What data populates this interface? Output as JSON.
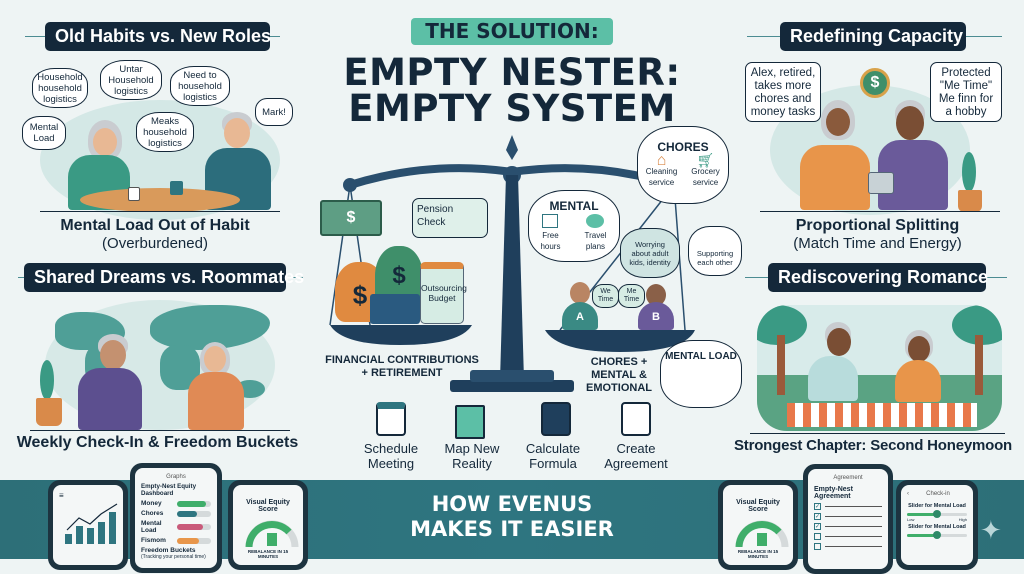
{
  "center": {
    "kicker": "THE SOLUTION:",
    "title_line1": "EMPTY NESTER:",
    "title_line2": "EMPTY SYSTEM",
    "left_pan": {
      "pension_check": "Pension Check",
      "jar_label": "Outsourcing Budget",
      "caption_line1": "FINANCIAL CONTRIBUTIONS",
      "caption_line2": "+ RETIREMENT"
    },
    "right_pan": {
      "chores_cloud": {
        "title": "CHORES",
        "items": [
          "Cleaning service",
          "Grocery service"
        ]
      },
      "mental_cloud": {
        "title": "MENTAL",
        "items": [
          "Free hours",
          "Travel plans"
        ]
      },
      "worry_bubble": "Worrying about adult kids, identity",
      "support_bubble": "Supporting each other",
      "we_time": "We Time",
      "me_time": "Me Time",
      "person_a": "A",
      "person_b": "B",
      "mental_load_cloud": "MENTAL LOAD",
      "caption_line1": "CHORES +",
      "caption_line2": "MENTAL &",
      "caption_line3": "EMOTIONAL"
    },
    "steps": [
      {
        "label1": "Schedule",
        "label2": "Meeting",
        "icon": "calendar-icon"
      },
      {
        "label1": "Map New",
        "label2": "Reality",
        "icon": "map-icon"
      },
      {
        "label1": "Calculate",
        "label2": "Formula",
        "icon": "calculator-icon"
      },
      {
        "label1": "Create",
        "label2": "Agreement",
        "icon": "document-pen-icon"
      }
    ]
  },
  "panels": {
    "old_habits": {
      "heading": "Old Habits vs. New Roles",
      "bubbles": [
        "Household household logistics",
        "Untar Household logistics",
        "Need to household logistics",
        "Mental Load",
        "Meaks household logistics",
        "Mark!"
      ],
      "caption": "Mental Load Out of Habit",
      "subcaption": "(Overburdened)"
    },
    "shared_dreams": {
      "heading": "Shared Dreams vs. Roommates",
      "caption": "Weekly Check-In & Freedom Buckets"
    },
    "redefining": {
      "heading": "Redefining Capacity",
      "left_bubble": "Alex, retired, takes more chores and money tasks",
      "right_bubble": "Protected \"Me Time\" Me finn for a hobby",
      "caption": "Proportional Splitting",
      "subcaption": "(Match Time and Energy)"
    },
    "romance": {
      "heading": "Rediscovering Romance",
      "caption": "Strongest Chapter: Second Honeymoon"
    }
  },
  "footer": {
    "headline_line1": "HOW EVENUS",
    "headline_line2": "MAKES IT EASIER",
    "phones": {
      "dashboard": {
        "header": "Graphs",
        "title": "Empty-Nest Equity Dashboard",
        "bars": [
          {
            "label": "Money",
            "fill": 0.85,
            "color": "#3fae6a"
          },
          {
            "label": "Chores",
            "fill": 0.6,
            "color": "#2e7580"
          },
          {
            "label": "Mental Load",
            "fill": 0.75,
            "color": "#c95a7a"
          },
          {
            "label": "Fismom",
            "fill": 0.65,
            "color": "#e8964a"
          }
        ],
        "buckets_title": "Freedom Buckets",
        "buckets_sub": "(Tracking your personal time)"
      },
      "score_left": {
        "title": "Visual Equity Score",
        "footer": "REBALANCE IN 15 MINUTES",
        "level": 0.75
      },
      "score_right": {
        "title": "Visual Equity Score",
        "footer": "REBALANCE IN 15 MINUTES",
        "level": 0.75
      },
      "agreement": {
        "header": "Agreement",
        "title": "Empty-Nest Agreement",
        "checked": [
          true,
          true,
          true,
          false,
          false
        ]
      },
      "checkin": {
        "header": "Check-in",
        "slider1": "Slider for Mental Load",
        "slider1_low": "Low",
        "slider1_high": "High",
        "slider1_value": 0.5,
        "slider2": "Slider for Mental Load",
        "slider2_value": 0.5
      }
    }
  },
  "colors": {
    "navy": "#14283a",
    "teal": "#2e7580",
    "mint": "#5cbfa6",
    "background": "#eef4f4"
  }
}
